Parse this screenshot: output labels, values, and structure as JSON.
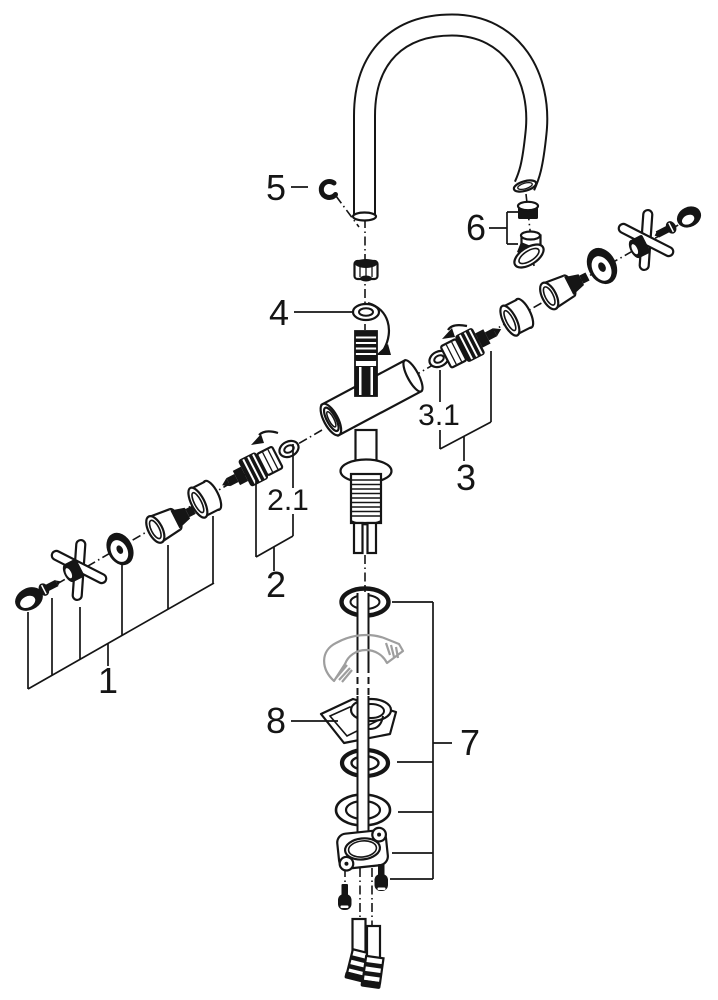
{
  "figure": {
    "description": "Exploded parts diagram of a two-handle faucet with gooseneck spout, cross handles, cartridges and mounting hardware",
    "colors": {
      "background": "#ffffff",
      "line": "#151515",
      "ghost": "#9e9e9e"
    },
    "callouts": [
      {
        "id": "1",
        "label": "1"
      },
      {
        "id": "2",
        "label": "2"
      },
      {
        "id": "2.1",
        "label": "2.1"
      },
      {
        "id": "3",
        "label": "3"
      },
      {
        "id": "3.1",
        "label": "3.1"
      },
      {
        "id": "4",
        "label": "4"
      },
      {
        "id": "5",
        "label": "5"
      },
      {
        "id": "6",
        "label": "6"
      },
      {
        "id": "7",
        "label": "7"
      },
      {
        "id": "8",
        "label": "8"
      }
    ]
  }
}
